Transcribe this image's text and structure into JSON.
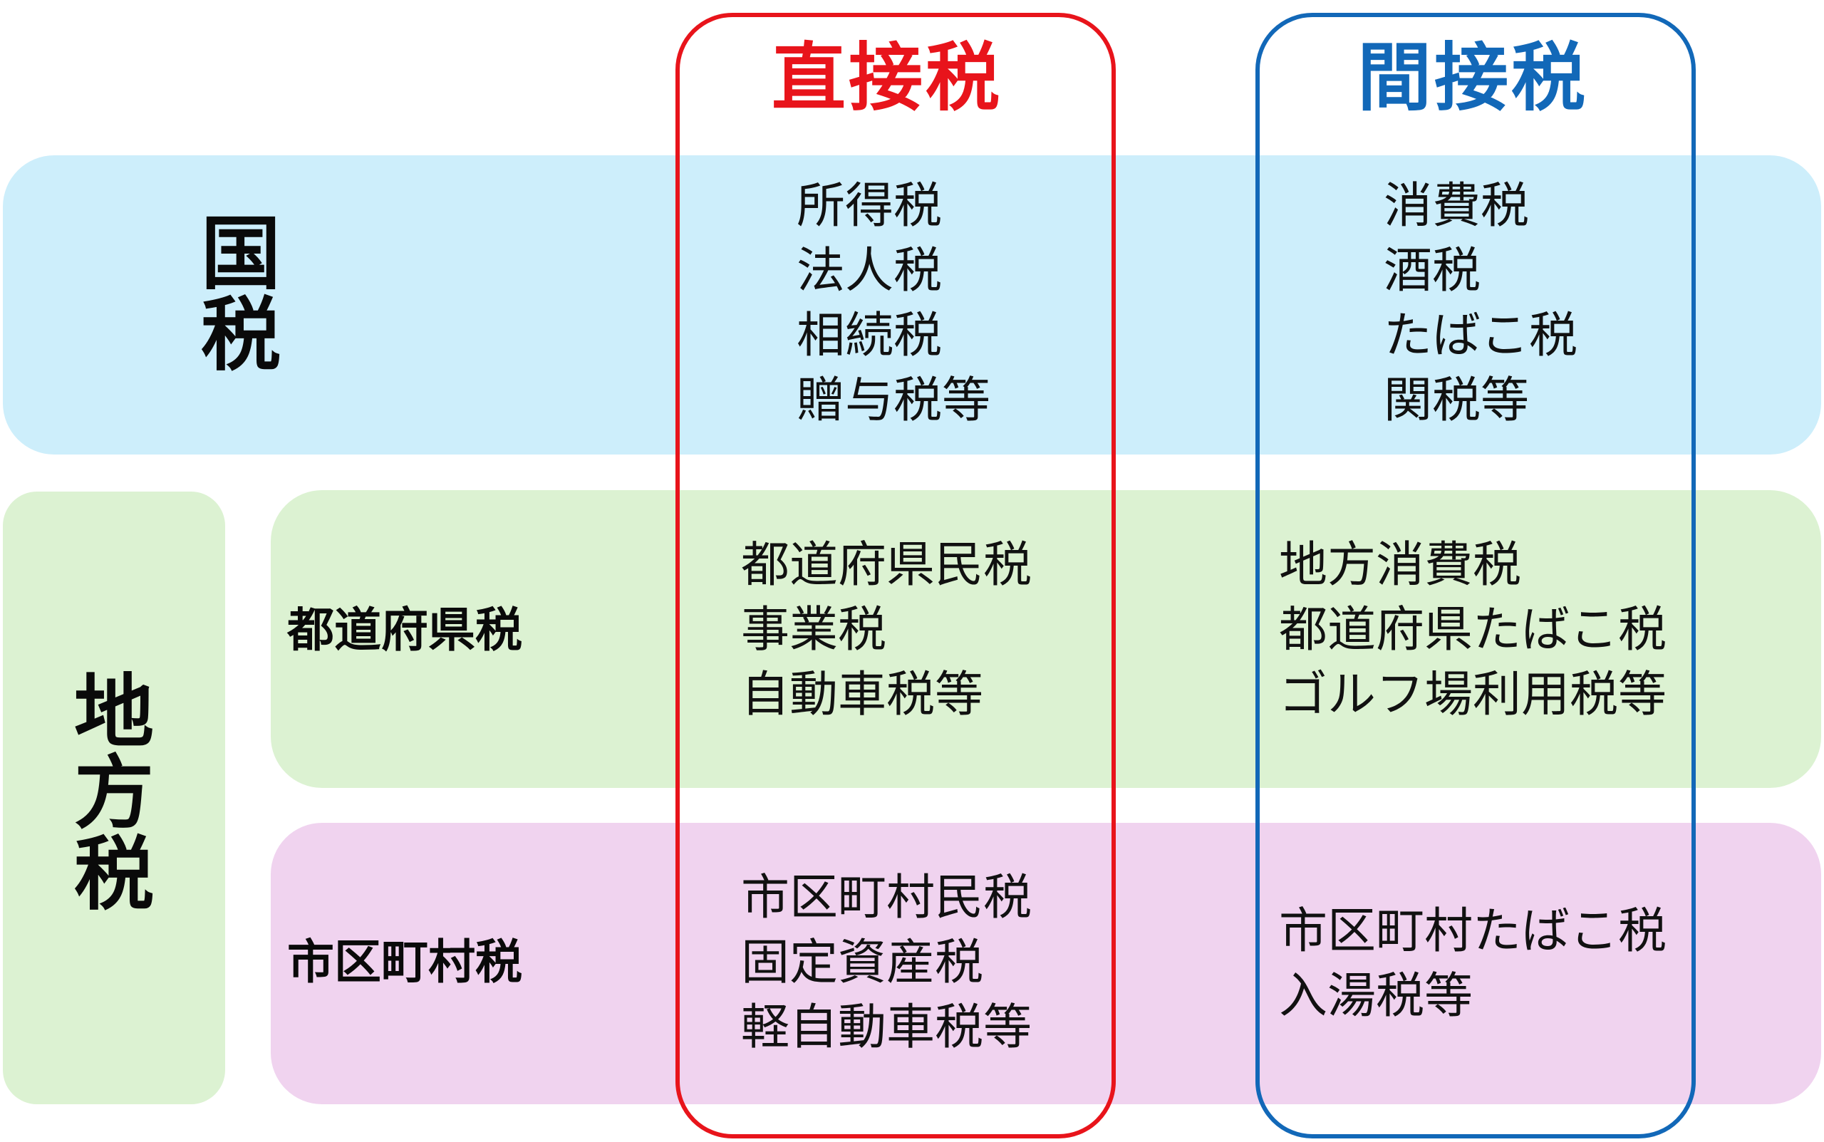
{
  "columns": {
    "direct": {
      "title": "直接税",
      "color": "#e8141b"
    },
    "indirect": {
      "title": "間接税",
      "color": "#1268b8"
    }
  },
  "rows": {
    "national": {
      "label": "国税",
      "band_color": "#cdeefb"
    },
    "local": {
      "label": "地方税",
      "band_color": "#dcf2d2"
    },
    "prefecture": {
      "label": "都道府県税",
      "band_color": "#dcf2d2"
    },
    "municipal": {
      "label": "市区町村税",
      "band_color": "#f0d3ef"
    }
  },
  "cells": {
    "national_direct": [
      "所得税",
      "法人税",
      "相続税",
      "贈与税等"
    ],
    "national_indirect": [
      "消費税",
      "酒税",
      "たばこ税",
      "関税等"
    ],
    "prefecture_direct": [
      "都道府県民税",
      "事業税",
      "自動車税等"
    ],
    "prefecture_indirect": [
      "地方消費税",
      "都道府県たばこ税",
      "ゴルフ場利用税等"
    ],
    "municipal_direct": [
      "市区町村民税",
      "固定資産税",
      "軽自動車税等"
    ],
    "municipal_indirect": [
      "市区町村たばこ税",
      "入湯税等"
    ]
  }
}
